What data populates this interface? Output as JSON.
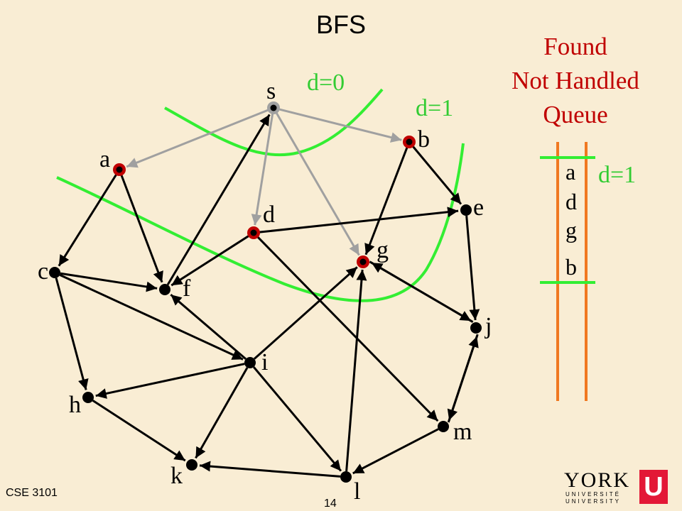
{
  "title": "BFS",
  "legend": {
    "found": "Found",
    "not_handled": "Not Handled",
    "queue": "Queue",
    "colors": {
      "found": "#c00000",
      "distance": "#33cc33",
      "queue_rails": "#f07820"
    }
  },
  "distance_labels": {
    "d0": "d=0",
    "d1_graph": "d=1",
    "d1_queue": "d=1"
  },
  "queue": [
    "a",
    "d",
    "g",
    "b"
  ],
  "nodes": [
    {
      "id": "s",
      "label": "s",
      "state": "handled"
    },
    {
      "id": "a",
      "label": "a",
      "state": "found"
    },
    {
      "id": "b",
      "label": "b",
      "state": "found"
    },
    {
      "id": "d",
      "label": "d",
      "state": "found"
    },
    {
      "id": "g",
      "label": "g",
      "state": "found"
    },
    {
      "id": "e",
      "label": "e",
      "state": "unseen"
    },
    {
      "id": "c",
      "label": "c",
      "state": "unseen"
    },
    {
      "id": "f",
      "label": "f",
      "state": "unseen"
    },
    {
      "id": "j",
      "label": "j",
      "state": "unseen"
    },
    {
      "id": "i",
      "label": "i",
      "state": "unseen"
    },
    {
      "id": "h",
      "label": "h",
      "state": "unseen"
    },
    {
      "id": "m",
      "label": "m",
      "state": "unseen"
    },
    {
      "id": "k",
      "label": "k",
      "state": "unseen"
    },
    {
      "id": "l",
      "label": "l",
      "state": "unseen"
    }
  ],
  "edges": [
    {
      "from": "s",
      "to": "a",
      "tree": true
    },
    {
      "from": "s",
      "to": "b",
      "tree": true
    },
    {
      "from": "s",
      "to": "d",
      "tree": true
    },
    {
      "from": "s",
      "to": "g",
      "tree": true
    },
    {
      "from": "f",
      "to": "s",
      "tree": false
    },
    {
      "from": "a",
      "to": "c",
      "tree": false
    },
    {
      "from": "a",
      "to": "f",
      "tree": false
    },
    {
      "from": "b",
      "to": "e",
      "tree": false
    },
    {
      "from": "b",
      "to": "g",
      "tree": false
    },
    {
      "from": "d",
      "to": "e",
      "tree": false
    },
    {
      "from": "d",
      "to": "f",
      "tree": false
    },
    {
      "from": "d",
      "to": "m",
      "tree": false
    },
    {
      "from": "e",
      "to": "j",
      "tree": false
    },
    {
      "from": "g",
      "to": "j",
      "tree": false
    },
    {
      "from": "j",
      "to": "g",
      "tree": false
    },
    {
      "from": "c",
      "to": "f",
      "tree": false
    },
    {
      "from": "c",
      "to": "i",
      "tree": false
    },
    {
      "from": "c",
      "to": "h",
      "tree": false
    },
    {
      "from": "i",
      "to": "f",
      "tree": false
    },
    {
      "from": "i",
      "to": "g",
      "tree": false
    },
    {
      "from": "i",
      "to": "h",
      "tree": false
    },
    {
      "from": "i",
      "to": "k",
      "tree": false
    },
    {
      "from": "i",
      "to": "l",
      "tree": false
    },
    {
      "from": "j",
      "to": "m",
      "tree": false
    },
    {
      "from": "m",
      "to": "j",
      "tree": false
    },
    {
      "from": "h",
      "to": "k",
      "tree": false
    },
    {
      "from": "l",
      "to": "k",
      "tree": false
    },
    {
      "from": "l",
      "to": "g",
      "tree": false
    },
    {
      "from": "m",
      "to": "l",
      "tree": false
    }
  ],
  "footer": {
    "course": "CSE 3101",
    "page": "14"
  },
  "logo": {
    "top": "YORK",
    "line1": "UNIVERSITÉ",
    "line2": "UNIVERSITY",
    "mark": "U"
  }
}
